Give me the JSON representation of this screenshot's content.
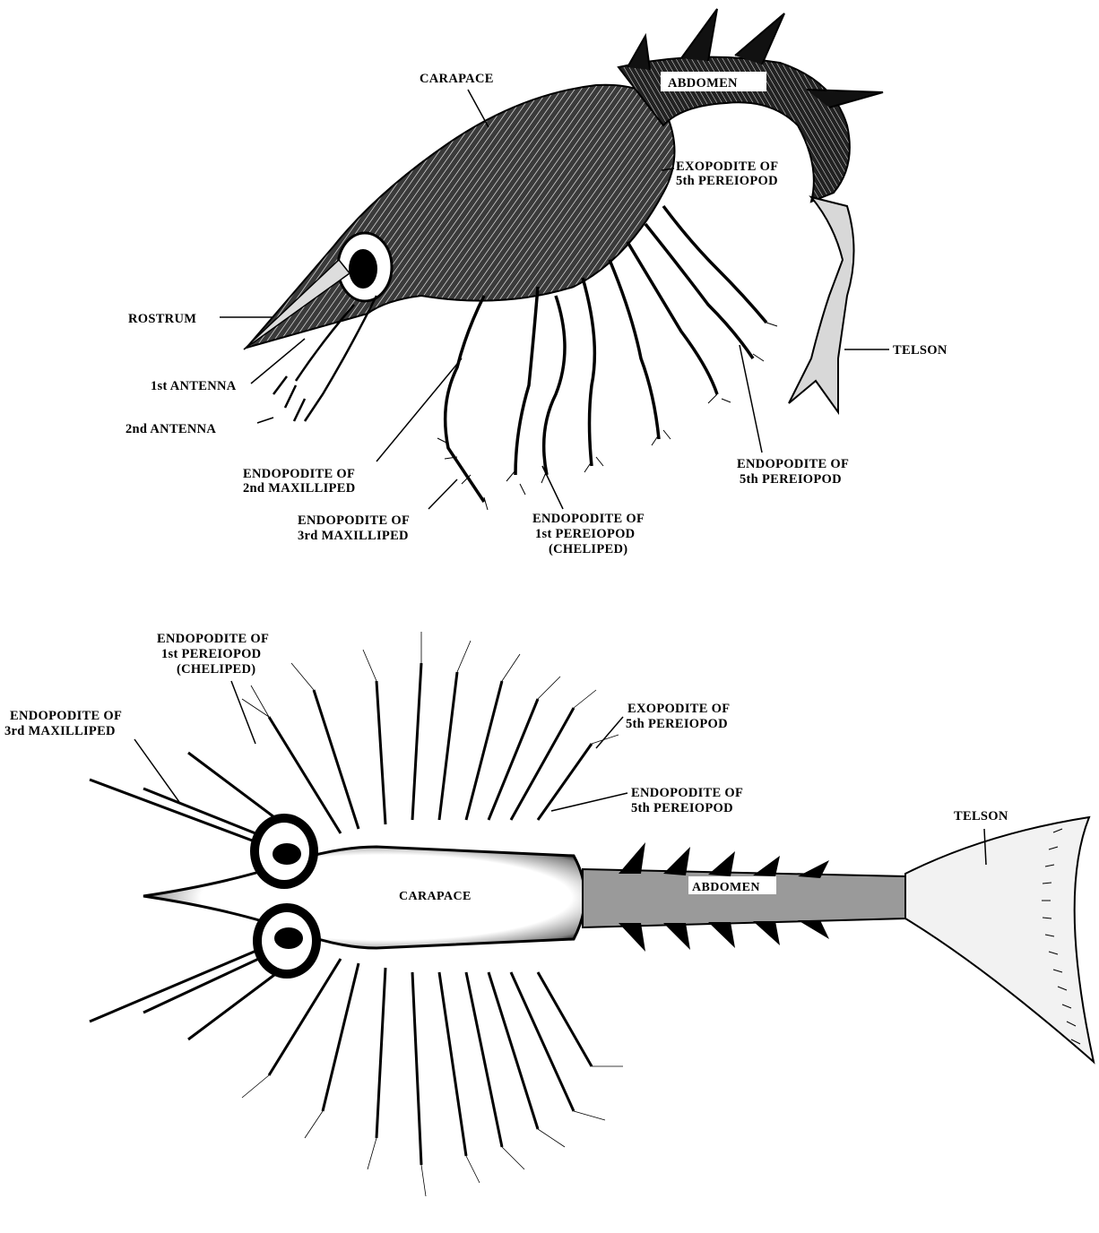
{
  "side_view": {
    "labels": {
      "carapace": "CARAPACE",
      "abdomen": "ABDOMEN",
      "exopodite_5": [
        "EXOPODITE OF",
        "5th PEREIOPOD"
      ],
      "rostrum": "ROSTRUM",
      "antenna_1": "1st ANTENNA",
      "antenna_2": "2nd ANTENNA",
      "telson": "TELSON",
      "endopodite_2max": [
        "ENDOPODITE OF",
        "2nd MAXILLIPED"
      ],
      "endopodite_3max": [
        "ENDOPODITE OF",
        "3rd MAXILLIPED"
      ],
      "endopodite_1per": [
        "ENDOPODITE OF",
        "1st PEREIOPOD",
        "(CHELIPED)"
      ],
      "endopodite_5per": [
        "ENDOPODITE OF",
        "5th PEREIOPOD"
      ]
    }
  },
  "top_view": {
    "labels": {
      "endopodite_1per": [
        "ENDOPODITE OF",
        "1st PEREIOPOD",
        "(CHELIPED)"
      ],
      "endopodite_3max": [
        "ENDOPODITE OF",
        "3rd MAXILLIPED"
      ],
      "exopodite_5": [
        "EXOPODITE OF",
        "5th PEREIOPOD"
      ],
      "endopodite_5per": [
        "ENDOPODITE OF",
        "5th PEREIOPOD"
      ],
      "telson": "TELSON",
      "abdomen": "ABDOMEN",
      "carapace": "CARAPACE"
    }
  }
}
